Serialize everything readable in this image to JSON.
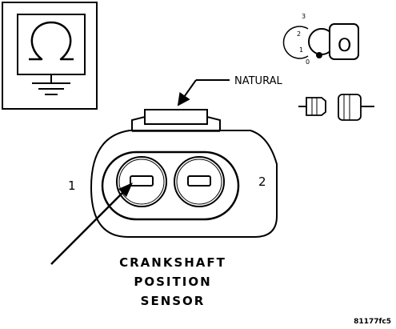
{
  "callout": {
    "connector_color": "NATURAL"
  },
  "pins": {
    "left": "1",
    "right": "2"
  },
  "title": {
    "line1": "CRANKSHAFT",
    "line2": "POSITION",
    "line3": "SENSOR"
  },
  "ignition": {
    "positions": [
      "3",
      "2",
      "1",
      "0"
    ],
    "key_glyph": "O"
  },
  "figure_id": "81177fc5",
  "icons": {
    "symbol": "ohm-ground-symbol-icon",
    "key": "ignition-key-icon",
    "connector": "disconnected-connector-icon",
    "arrow": "pointer-arrow-icon"
  }
}
